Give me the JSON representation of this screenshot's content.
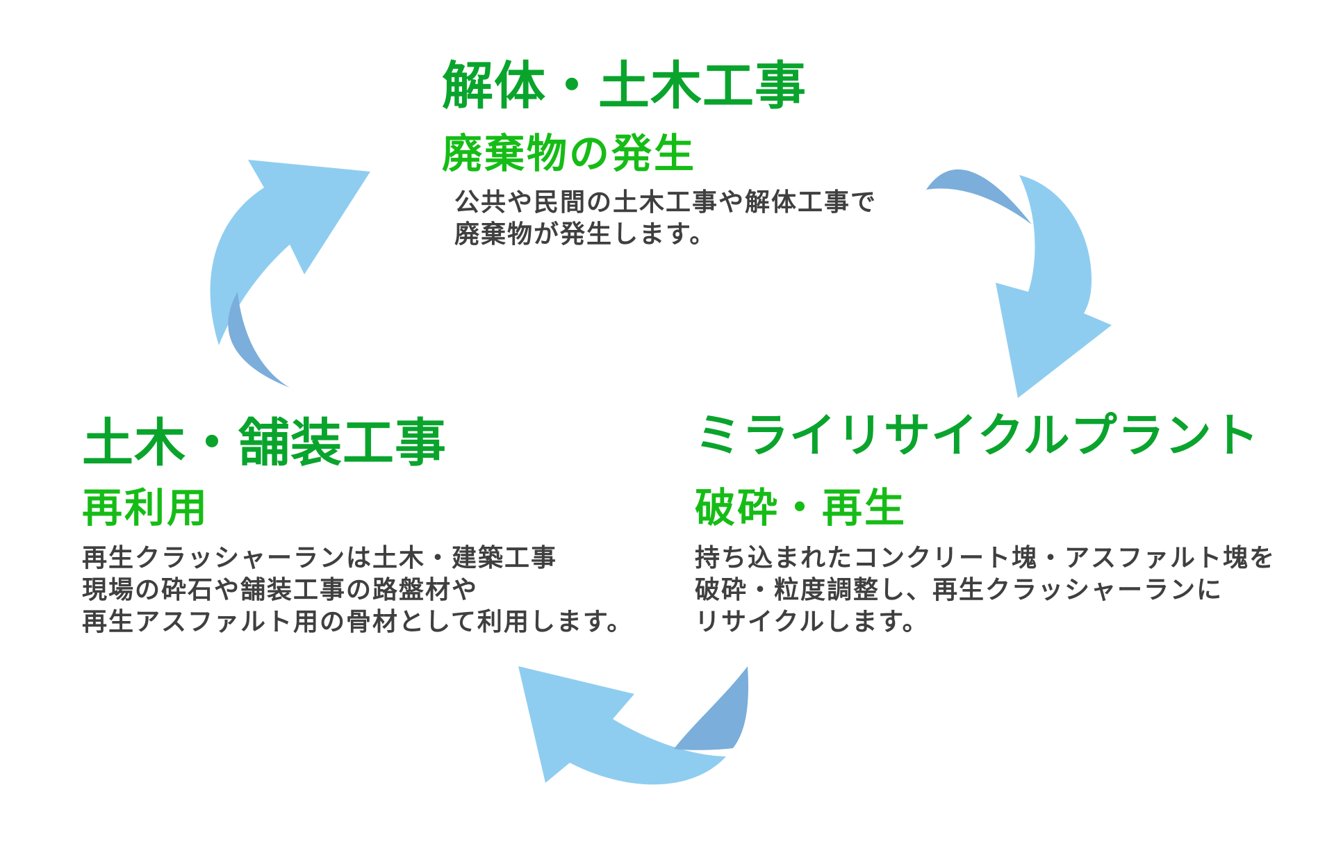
{
  "colors": {
    "title_green": "#0AA42D",
    "subtitle_green": "#16BC16",
    "body_gray": "#3F3F3F",
    "arrow_body_blue": "#8FCDF0",
    "arrow_tail_blue": "#7BAEDA"
  },
  "sections": {
    "top": {
      "title": "解体・土木工事",
      "subtitle": "廃棄物の発生",
      "body": [
        "公共や民間の土木工事や解体工事で",
        "廃棄物が発生します。"
      ]
    },
    "right": {
      "title": "ミライリサイクルプラント",
      "subtitle": "破砕・再生",
      "body": [
        "持ち込まれたコンクリート塊・アスファルト塊を",
        "破砕・粒度調整し、再生クラッシャーランに",
        "リサイクルします。"
      ]
    },
    "left": {
      "title": "土木・舗装工事",
      "subtitle": "再利用",
      "body": [
        "再生クラッシャーランは土木・建築工事",
        "現場の砕石や舗装工事の路盤材や",
        "再生アスファルト用の骨材として利用します。"
      ]
    }
  },
  "arrows": {
    "up_right": "curved-arrow-pointing-up-right",
    "down": "curved-arrow-pointing-down",
    "left": "curved-arrow-pointing-up-left"
  }
}
